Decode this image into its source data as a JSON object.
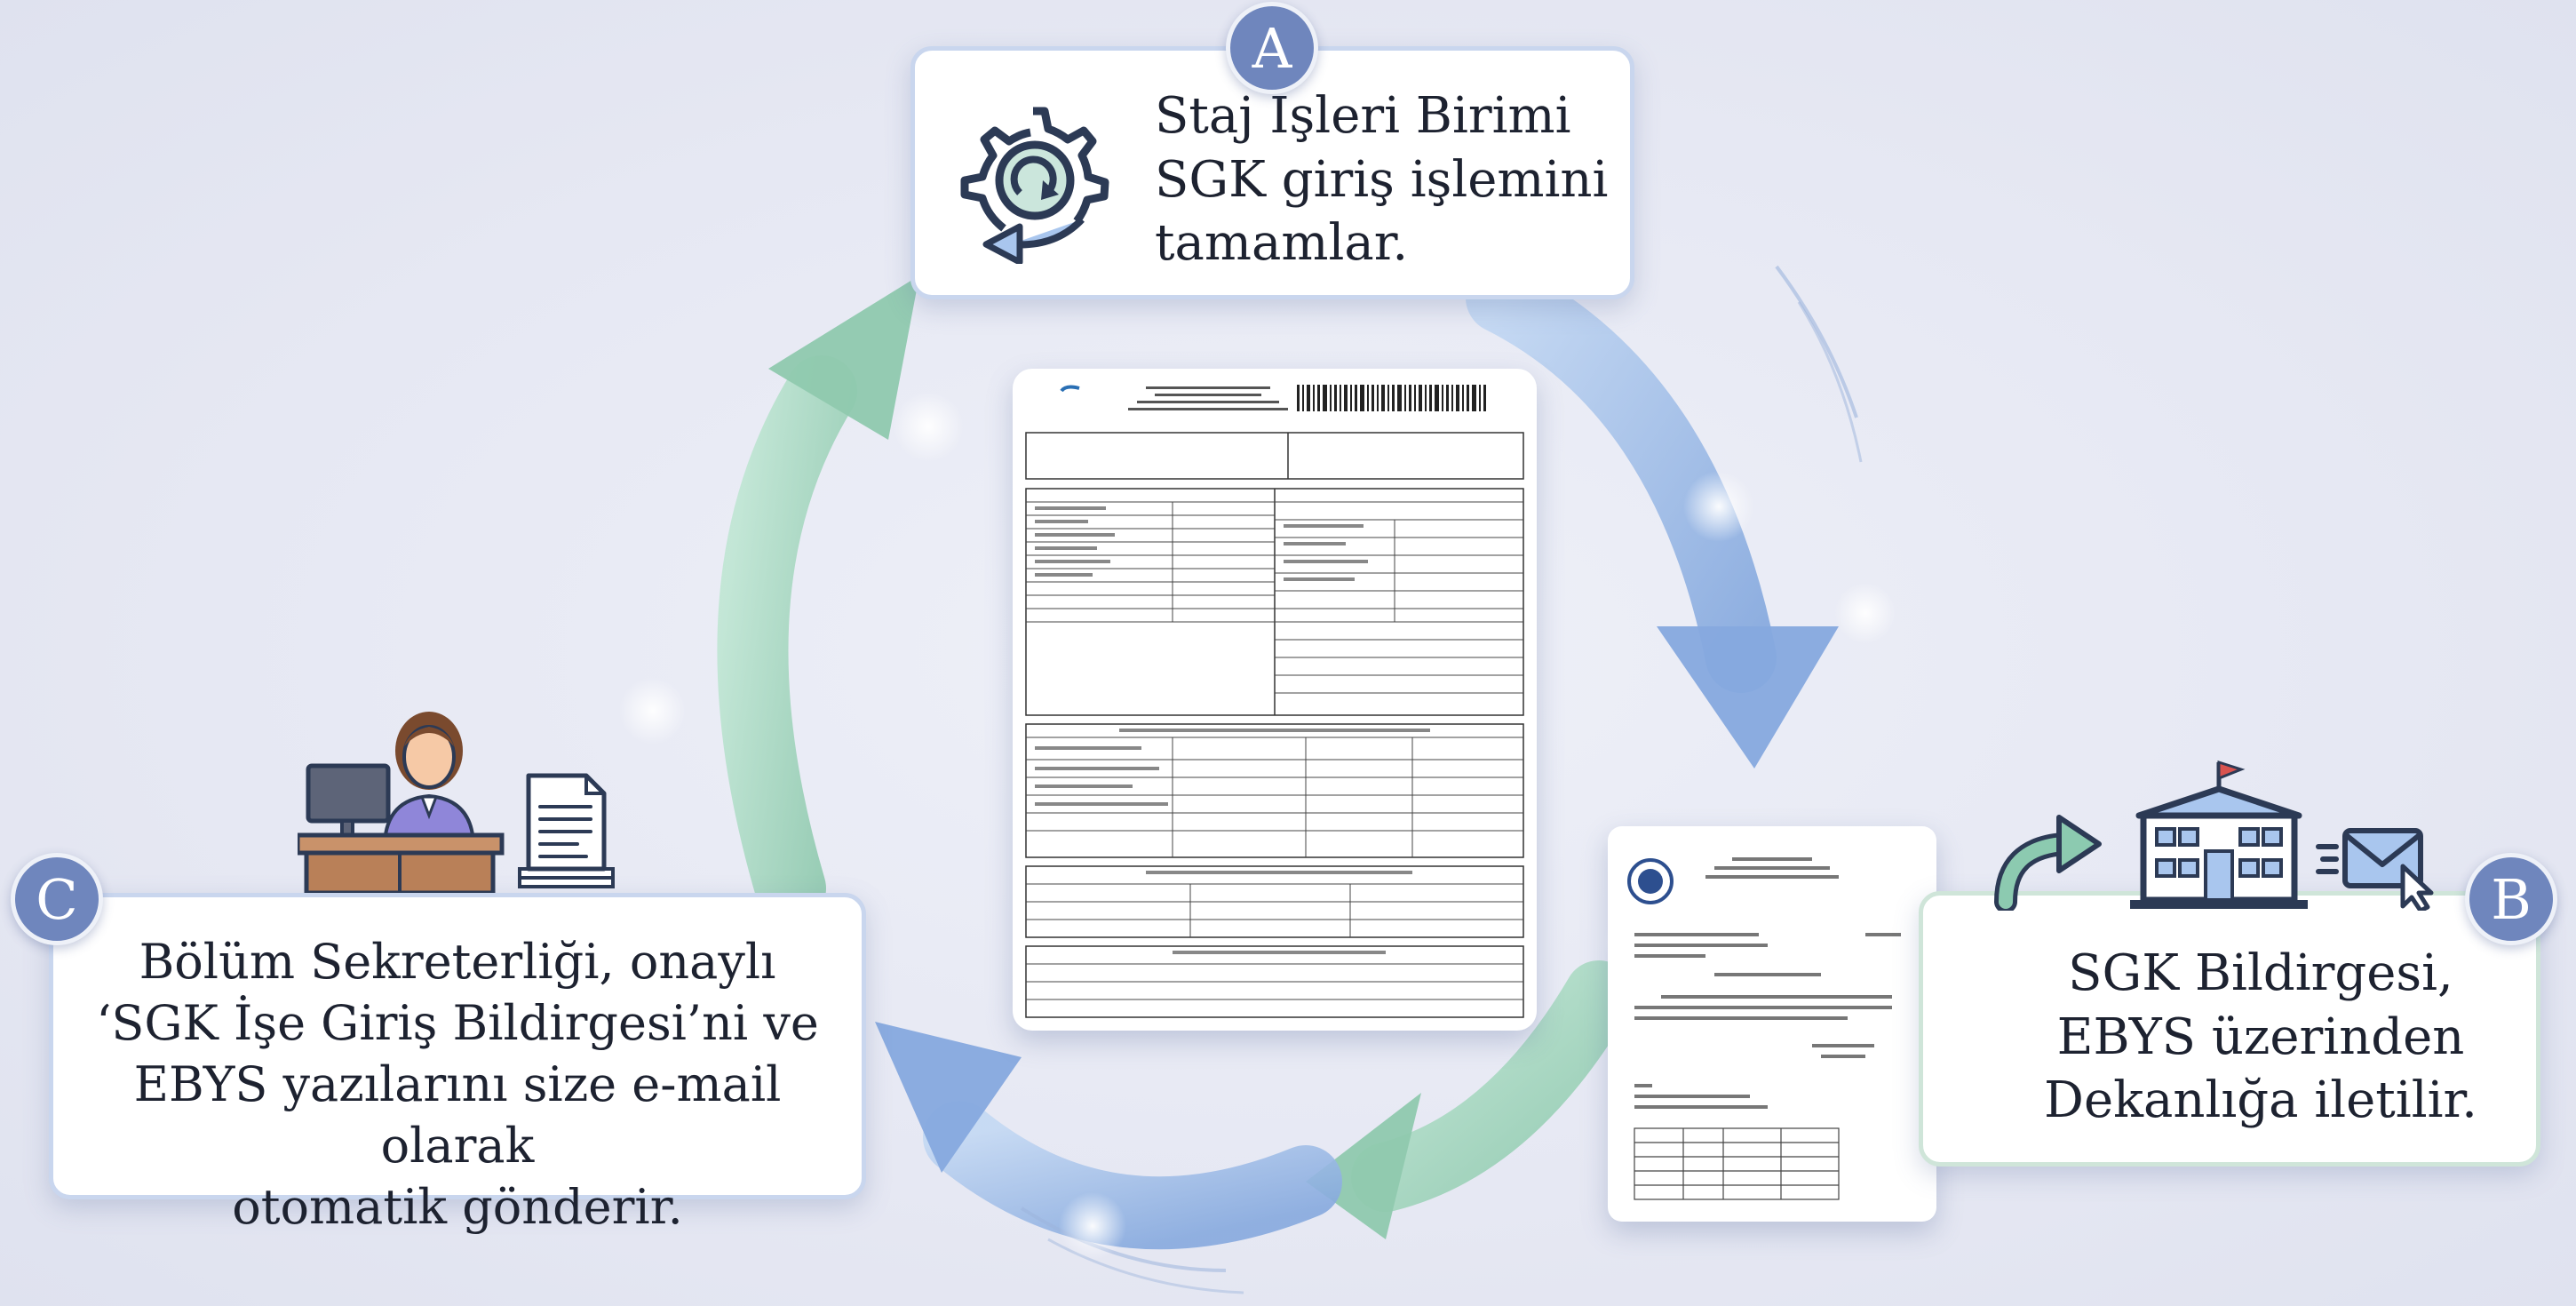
{
  "steps": {
    "a": {
      "badge": "A",
      "text": "Staj İşleri Birimi\nSGK giriş işlemini\ntamamlar."
    },
    "b": {
      "badge": "B",
      "text": "SGK Bildirgesi,\nEBYS üzerinden\nDekanlığa iletilir."
    },
    "c": {
      "badge": "C",
      "text": "Bölüm Sekreterliği, onaylı\n‘SGK İşe Giriş Bildirgesi’ni ve\nEBYS yazılarını size e-mail olarak\notomatik gönderir."
    }
  },
  "icons": {
    "a": "gear-refresh-icon",
    "b": [
      "curved-arrow-icon",
      "building-icon",
      "email-send-icon"
    ],
    "c": [
      "secretary-at-desk-icon",
      "document-stack-icon"
    ]
  },
  "colors": {
    "badge": "#6f86bd",
    "arrow_blue": "#8fb2e3",
    "arrow_green": "#a8d8c2",
    "card_border_blue": "#c9d6ee",
    "card_border_green": "#cfe5d9",
    "background": "#e6e8f3"
  }
}
